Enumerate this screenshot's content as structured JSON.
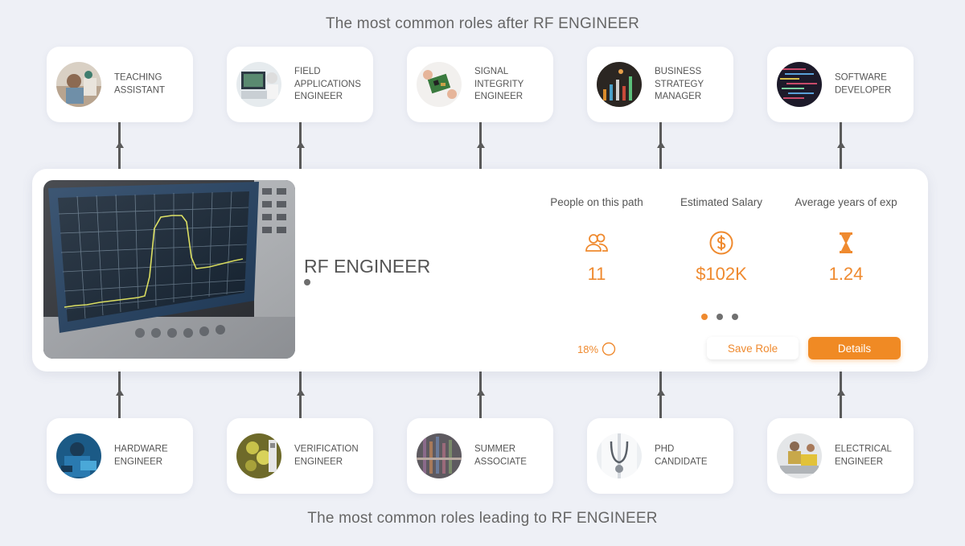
{
  "page": {
    "top_title": "The most common roles after RF ENGINEER",
    "bottom_title": "The most common roles leading to RF ENGINEER"
  },
  "roles_after": [
    {
      "label": "TEACHING\nASSISTANT",
      "icon": "teaching-assistant-photo"
    },
    {
      "label": "FIELD\nAPPLICATIONS\nENGINEER",
      "icon": "field-applications-engineer-photo"
    },
    {
      "label": "SIGNAL\nINTEGRITY\nENGINEER",
      "icon": "signal-integrity-engineer-photo"
    },
    {
      "label": "BUSINESS\nSTRATEGY\nMANAGER",
      "icon": "business-strategy-manager-photo"
    },
    {
      "label": "SOFTWARE\nDEVELOPER",
      "icon": "software-developer-photo"
    }
  ],
  "roles_before": [
    {
      "label": "HARDWARE\nENGINEER",
      "icon": "hardware-engineer-photo"
    },
    {
      "label": "VERIFICATION\nENGINEER",
      "icon": "verification-engineer-photo"
    },
    {
      "label": "SUMMER\nASSOCIATE",
      "icon": "summer-associate-photo"
    },
    {
      "label": "PHD\nCANDIDATE",
      "icon": "phd-candidate-photo"
    },
    {
      "label": "ELECTRICAL\nENGINEER",
      "icon": "electrical-engineer-photo"
    }
  ],
  "main": {
    "role_title": "RF ENGINEER",
    "image": "spectrum-analyzer-photo",
    "stats": {
      "people_label": "People on this path",
      "people_value": "11",
      "people_icon": "people-icon",
      "salary_label": "Estimated Salary",
      "salary_value": "$102K",
      "salary_icon": "dollar-icon",
      "exp_label": "Average years of exp",
      "exp_value": "1.24",
      "exp_icon": "hourglass-icon"
    },
    "pager": {
      "count": 3,
      "active_index": 0
    },
    "progress": {
      "text": "18%",
      "value": 0.18
    },
    "save_label": "Save Role",
    "details_label": "Details"
  },
  "colors": {
    "accent": "#ef8a2f",
    "button": "#f08a24",
    "background": "#eef0f6",
    "connector": "#5a5a5a",
    "dot_inactive": "#707070"
  }
}
